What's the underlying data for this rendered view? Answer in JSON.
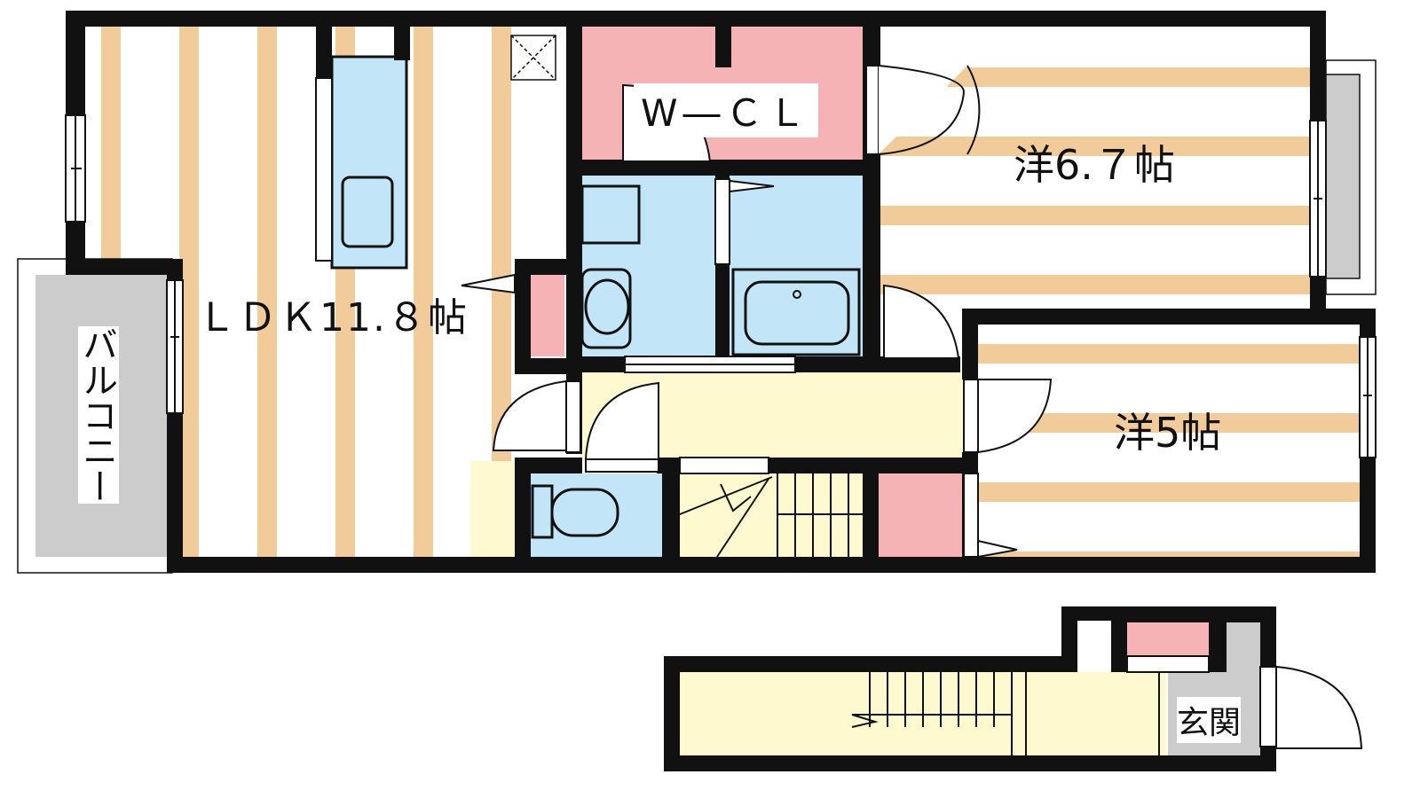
{
  "floor_plan": {
    "rooms": {
      "ldk": "ＬＤＫ11.８帖",
      "western_large": "洋6.７帖",
      "western_small": "洋5帖",
      "walk_in_closet": "W―ＣＬ",
      "balcony": "バルコニー",
      "entrance": "玄関"
    },
    "colors": {
      "wall": "#111111",
      "floor_stripe": "#f1cc9a",
      "floor_light": "#fff9d0",
      "wet_area": "#c2e6f7",
      "storage": "#f6b3b6",
      "balcony_gray": "#cccccc"
    }
  }
}
